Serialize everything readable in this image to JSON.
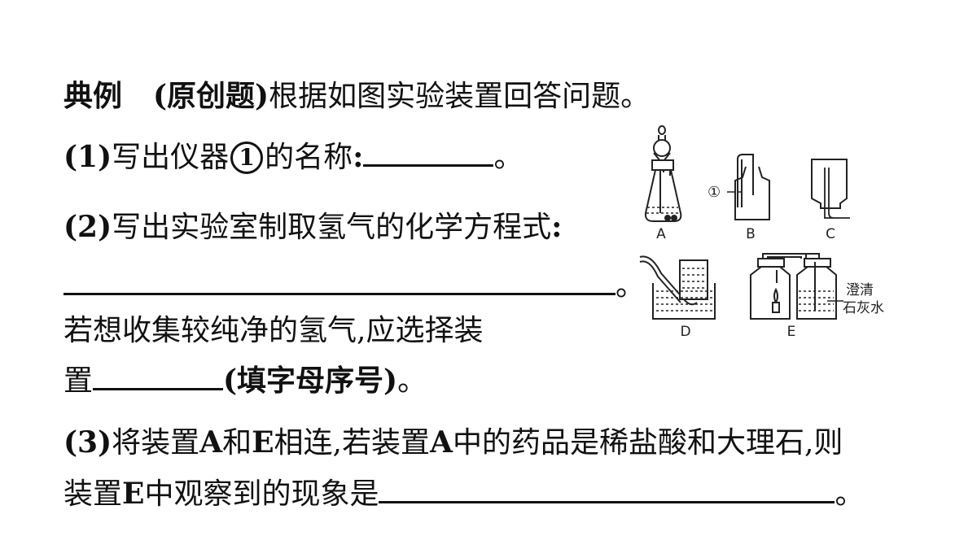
{
  "intro": {
    "label": "典例",
    "source": "(原创题)",
    "text": "根据如图实验装置回答问题。"
  },
  "q1": {
    "num": "(1)",
    "text_a": "写出仪器",
    "marker": "1",
    "text_b": "的名称",
    "colon": ":",
    "end": "。"
  },
  "q2": {
    "num": "(2)",
    "text": "写出实验室制取氢气的化学方程式",
    "colon": ":",
    "end": "。",
    "text2": "若想收集较纯净的氢气,应选择装",
    "text3": "置",
    "text4": "(填字母序号)",
    "end2": "。"
  },
  "q3": {
    "num": "(3)",
    "t1": "将装置",
    "a": "A",
    "t2": "和",
    "e": "E",
    "t3": "相连,若装置",
    "a2": "A",
    "t4": "中的药品是稀盐酸和大理石,则",
    "t5": "装置",
    "e2": "E",
    "t6": "中观察到的现象是",
    "end": "。"
  },
  "figure": {
    "labels": [
      "A",
      "B",
      "C",
      "D",
      "E"
    ],
    "marker": "①",
    "note_line1": "澄清",
    "note_line2": "石灰水"
  }
}
